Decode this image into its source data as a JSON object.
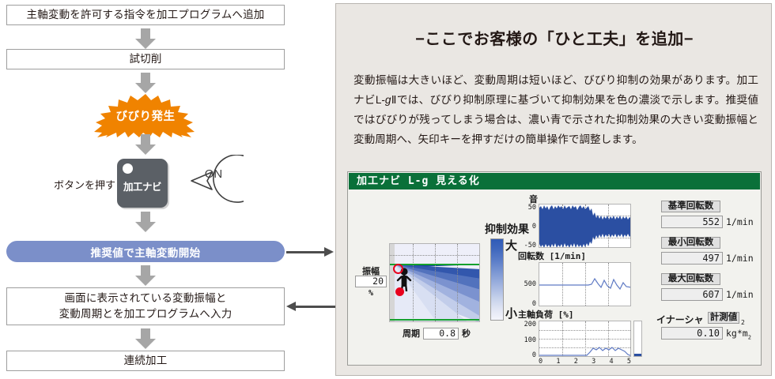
{
  "flow": {
    "steps": [
      {
        "id": "add-command",
        "label": "主軸変動を許可する指令を加工プログラムへ追加"
      },
      {
        "id": "trial-cut",
        "label": "試切削"
      },
      {
        "id": "chatter",
        "label": "びびり発生"
      },
      {
        "id": "press-button",
        "label": "ボタンを押す"
      },
      {
        "id": "navi-button",
        "label": "加工ナビ"
      },
      {
        "id": "on-callout",
        "label": "ON"
      },
      {
        "id": "start-variation",
        "label": "推奨値で主軸変動開始"
      },
      {
        "id": "input-values",
        "label": "画面に表示されている変動振幅と\n変動周期とを加工プログラムへ入力"
      },
      {
        "id": "continuous",
        "label": "連続加工"
      }
    ],
    "input_line1": "画面に表示されている変動振幅と",
    "input_line2": "変動周期とを加工プログラムへ入力"
  },
  "panel": {
    "title": "−ここでお客様の「ひと工夫」を追加−",
    "body_part1": "変動振幅は大きいほど、変動周期は短いほど、びびり抑制の効果があります。加工ナビL-",
    "body_italic": "g",
    "body_part2": "Ⅱでは、びびり抑制原理に基づいて抑制効果を色の濃淡で示します。推奨値ではびびりが残ってしまう場合は、濃い青で示された抑制効果の大きい変動振幅と変動周期へ、矢印キーを押すだけの簡単操作で調整します。"
  },
  "screen": {
    "title": "加工ナビ L-g  見える化",
    "amplitude": {
      "label": "振幅",
      "value": "20",
      "unit": "%"
    },
    "period": {
      "label": "周期",
      "value": "0.8",
      "unit": "秒"
    },
    "legend": {
      "title": "抑制効果",
      "high": "大",
      "low": "小"
    },
    "graphs": [
      {
        "id": "sound",
        "label": "音",
        "yticks": [
          "50",
          "0",
          "-50"
        ]
      },
      {
        "id": "rotation",
        "label": "回転数 [1/min]",
        "yticks": [
          "500",
          "0"
        ]
      },
      {
        "id": "load",
        "label": "主軸負荷 [%]",
        "yticks": [
          "200",
          "100",
          "0"
        ],
        "xticks": [
          "0",
          "1",
          "2",
          "3",
          "4",
          "5"
        ]
      }
    ],
    "fields": [
      {
        "id": "base-speed",
        "label": "基準回転数",
        "value": "552",
        "unit": "1/min"
      },
      {
        "id": "min-speed",
        "label": "最小回転数",
        "value": "497",
        "unit": "1/min"
      },
      {
        "id": "max-speed",
        "label": "最大回転数",
        "value": "607",
        "unit": "1/min"
      },
      {
        "id": "inertia",
        "label": "イナーシャ",
        "badge": "計測値",
        "value": "0.10",
        "unit": "kg*m"
      }
    ],
    "inertia_exp": "2"
  },
  "colors": {
    "green_title": "#0a7039",
    "orange_burst": "#f08300",
    "blue_pill": "#7b8fc9",
    "graph_blue": "#2b4fa2",
    "panel_bg": "#eae7e3",
    "arrow_gray": "#a6a6a6",
    "connector": "#4d4d4d",
    "red_marker": "#e8001d"
  }
}
